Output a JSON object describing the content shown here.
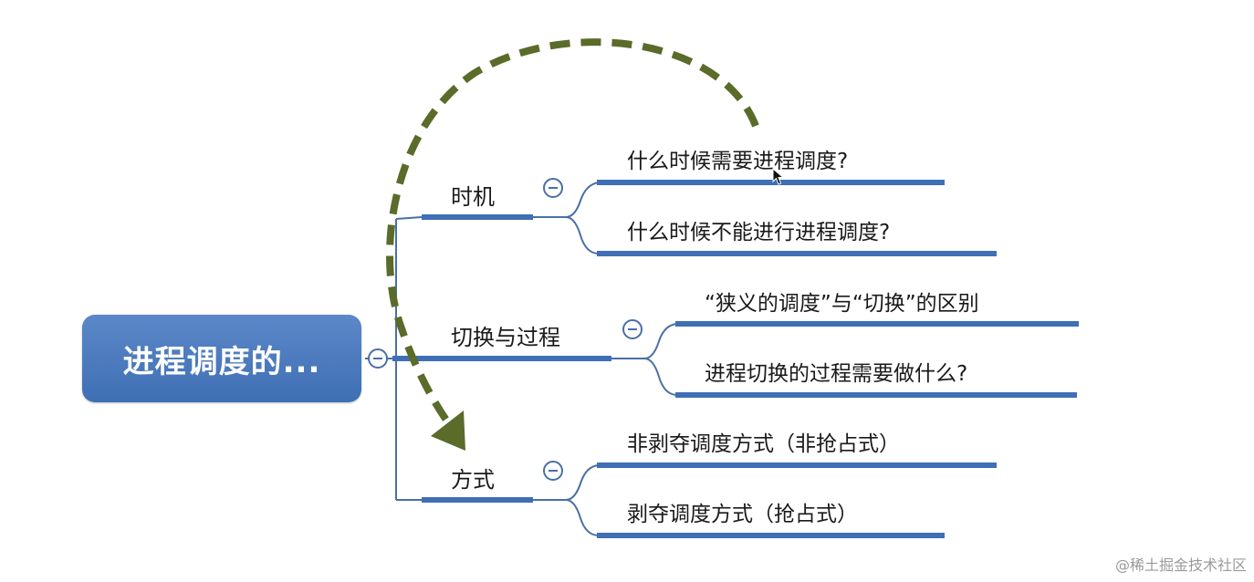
{
  "root": {
    "label": "进程调度的..."
  },
  "branches": [
    {
      "label": "时机",
      "children": [
        {
          "label": "什么时候需要进程调度?"
        },
        {
          "label": "什么时候不能进行进程调度?"
        }
      ]
    },
    {
      "label": "切换与过程",
      "children": [
        {
          "label": "“狭义的调度”与“切换”的区别"
        },
        {
          "label": "进程切换的过程需要做什么?"
        }
      ]
    },
    {
      "label": "方式",
      "children": [
        {
          "label": "非剥夺调度方式（非抢占式）"
        },
        {
          "label": "剥夺调度方式（抢占式）"
        }
      ]
    }
  ],
  "watermark": "@稀土掘金技术社区",
  "colors": {
    "root_fill": "#4a78bc",
    "line": "#3f6fb4",
    "arrow": "#5a6b2a",
    "collapse_icon": "#4a6fa5"
  }
}
